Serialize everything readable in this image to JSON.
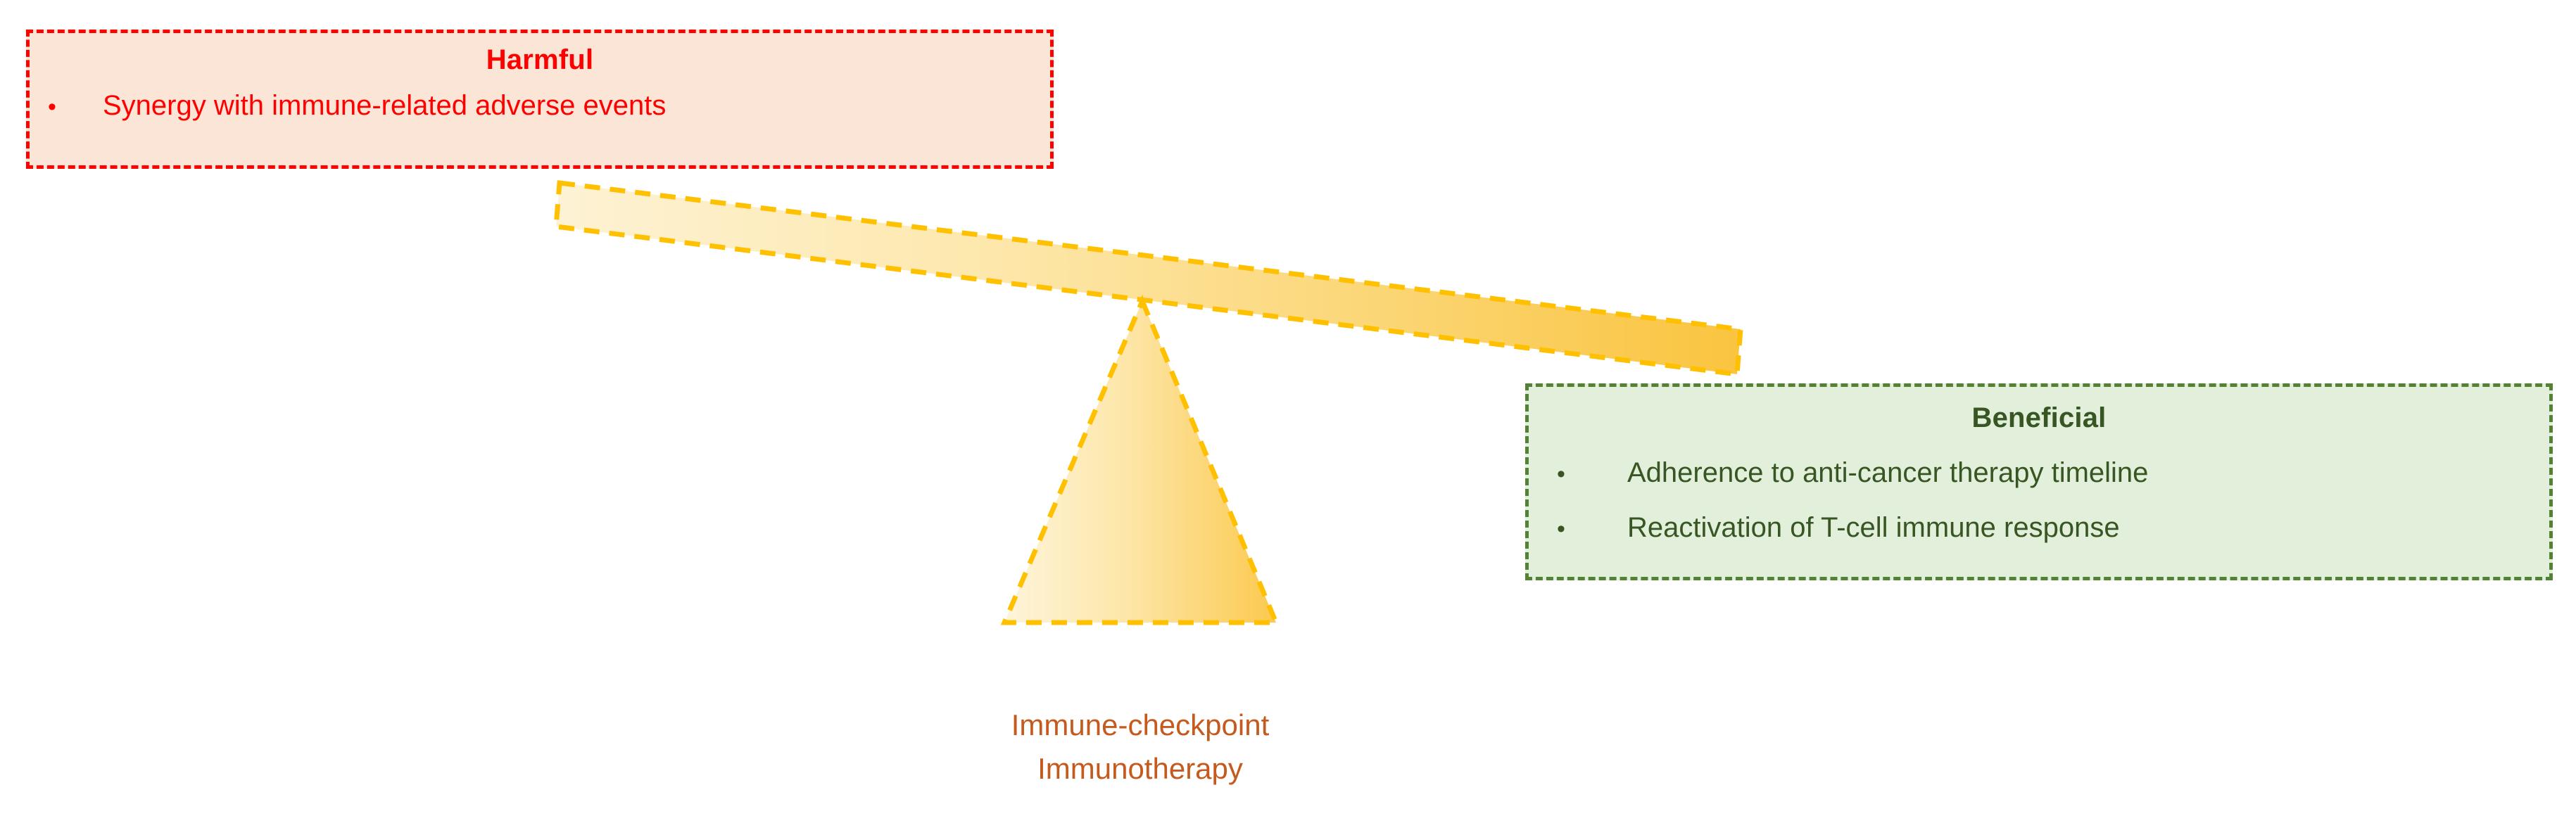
{
  "diagram": {
    "type": "balance-scale",
    "harmful": {
      "title": "Harmful",
      "bullet_char": "•",
      "items": [
        "Synergy with immune-related adverse events"
      ],
      "text_color": "#FF0000",
      "fill_color": "#FBE5D6",
      "border_color": "#FF0000"
    },
    "beneficial": {
      "title": "Beneficial",
      "bullet_char": "•",
      "items": [
        "Adherence to anti-cancer therapy timeline",
        "Reactivation of T-cell immune response"
      ],
      "text_color": "#375623",
      "fill_color": "#E2EFDA",
      "border_color": "#548235"
    },
    "fulcrum": {
      "label_line1": "Immune-checkpoint",
      "label_line2": "Immunotherapy",
      "text_color": "#C55A1E",
      "fill_start": "#FDF0CD",
      "fill_end": "#FBC85A",
      "border_color": "#FFC000"
    },
    "beam": {
      "fill_start": "#FDEFC6",
      "fill_end": "#FBC845",
      "border_color": "#FFC000"
    }
  }
}
